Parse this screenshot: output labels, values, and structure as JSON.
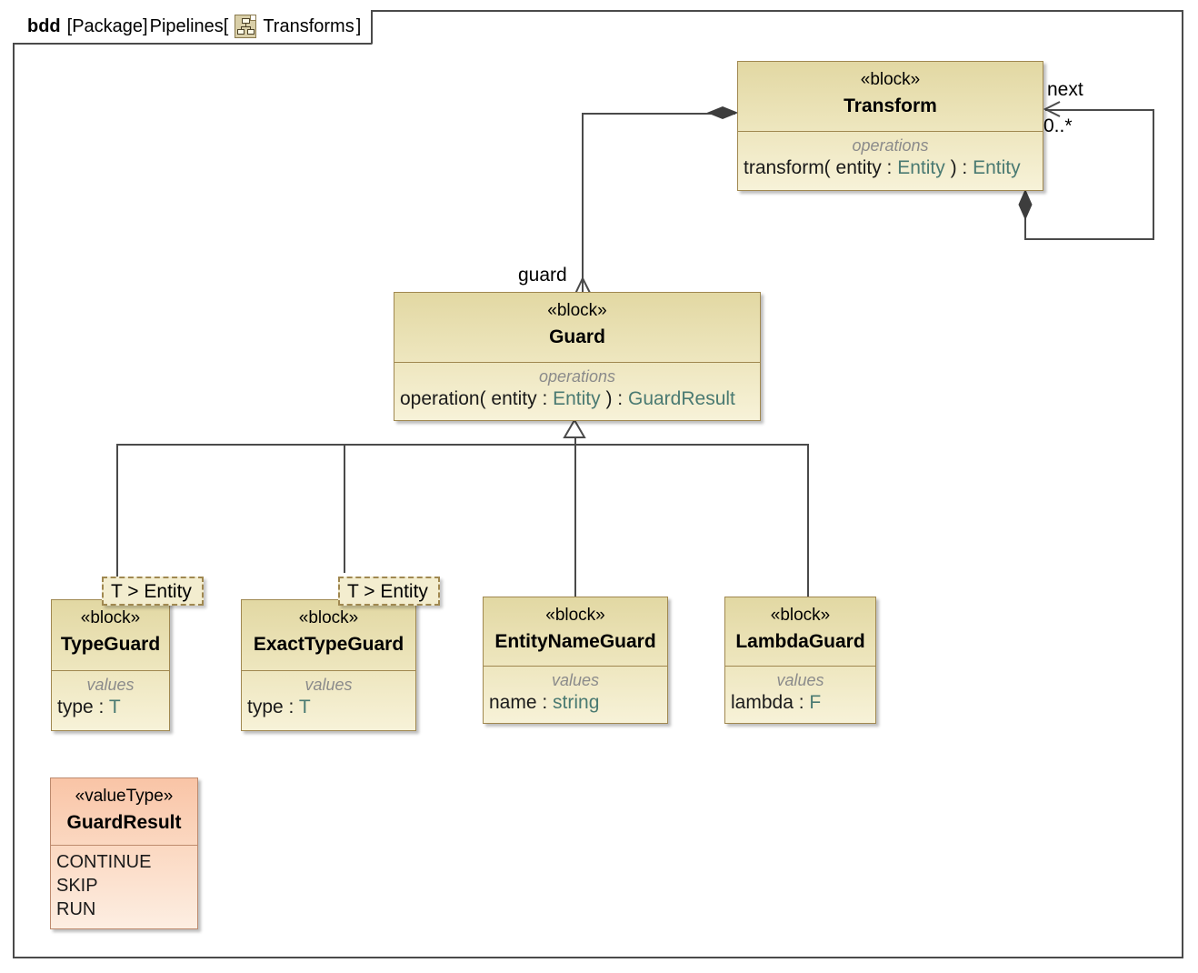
{
  "frame": {
    "kind": "bdd",
    "scope": "[Package]",
    "package": "Pipelines[",
    "icon": "block-definition-diagram-icon",
    "diagram_name": "Transforms",
    "close_bracket": "]"
  },
  "blocks": {
    "transform": {
      "stereotype": "«block»",
      "name": "Transform",
      "compartment_label": "operations",
      "features": [
        {
          "name": "transform( entity ",
          "sep": ": ",
          "type": "Entity",
          "tail": " ) : ",
          "ret": "Entity"
        }
      ]
    },
    "guard": {
      "stereotype": "«block»",
      "name": "Guard",
      "compartment_label": "operations",
      "features": [
        {
          "name": "operation( entity ",
          "sep": ": ",
          "type": "Entity",
          "tail": " ) : ",
          "ret": "GuardResult"
        }
      ]
    },
    "type_guard": {
      "stereotype": "«block»",
      "name": "TypeGuard",
      "template_param": "T > Entity",
      "compartment_label": "values",
      "features": [
        {
          "name": "type ",
          "sep": ": ",
          "type": "T"
        }
      ]
    },
    "exact_type_guard": {
      "stereotype": "«block»",
      "name": "ExactTypeGuard",
      "template_param": "T > Entity",
      "compartment_label": "values",
      "features": [
        {
          "name": "type ",
          "sep": ": ",
          "type": "T"
        }
      ]
    },
    "entity_name_guard": {
      "stereotype": "«block»",
      "name": "EntityNameGuard",
      "compartment_label": "values",
      "features": [
        {
          "name": "name ",
          "sep": ": ",
          "type": "string"
        }
      ]
    },
    "lambda_guard": {
      "stereotype": "«block»",
      "name": "LambdaGuard",
      "compartment_label": "values",
      "features": [
        {
          "name": "lambda ",
          "sep": ": ",
          "type": "F"
        }
      ]
    },
    "guard_result": {
      "stereotype": "«valueType»",
      "name": "GuardResult",
      "literals": [
        "CONTINUE",
        "SKIP",
        "RUN"
      ]
    }
  },
  "relationships": {
    "self_association": {
      "role": "next",
      "multiplicity": "0..*"
    },
    "guard_composition": {
      "role": "guard"
    }
  },
  "colors": {
    "block_fill_top": "#e2d8a3",
    "block_fill_bottom": "#f7f2d8",
    "block_border": "#a08850",
    "valuetype_fill_top": "#f9c4a6",
    "valuetype_border": "#bd8a6e",
    "line": "#4a4a4a",
    "type_text": "#4a7a72",
    "compartment_label": "#8b8b8b"
  }
}
